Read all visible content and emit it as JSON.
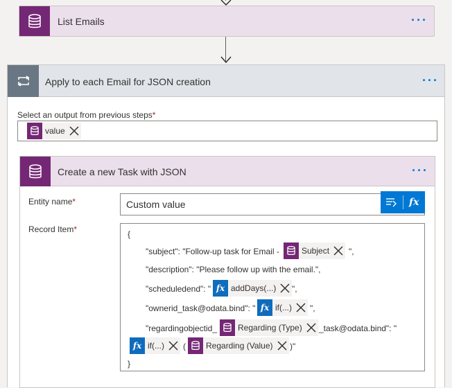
{
  "list_emails": {
    "title": "List Emails",
    "menu": "···"
  },
  "apply": {
    "title": "Apply to each Email for JSON creation",
    "menu": "···",
    "output_label": "Select an output from previous steps",
    "required_mark": "*",
    "output_token": "value"
  },
  "task": {
    "title": "Create a new Task with JSON",
    "menu": "···",
    "entity_label": "Entity name",
    "entity_value": "Custom value",
    "record_label": "Record Item",
    "required_mark": "*",
    "fx_label": "fx",
    "record": {
      "open_brace": "{",
      "subject_prefix": "\"subject\": \"Follow-up task for Email - ",
      "subject_token": "Subject",
      "subject_suffix": "\",",
      "description_line": "\"description\": \"Please follow up with the email.\",",
      "scheduledend_prefix": "\"scheduledend\": \"",
      "scheduledend_token": "addDays(...)",
      "scheduledend_suffix": "\",",
      "owner_prefix": "\"ownerid_task@odata.bind\": \"",
      "owner_token": "if(...)",
      "owner_suffix": "\",",
      "regarding_prefix": "\"regardingobjectid_",
      "regarding_type_token": "Regarding (Type)",
      "regarding_suffix": "_task@odata.bind\": \"",
      "if_token": "if(...)",
      "paren_open": "(",
      "regarding_value_token": "Regarding (Value)",
      "paren_close": ")\"",
      "close_brace": "}"
    }
  },
  "colors": {
    "purple": "#742774",
    "purple_light": "#ecdfec",
    "blue": "#0078d4",
    "slate": "#697784"
  },
  "icons": {
    "database": "database-icon",
    "loop": "loop-icon",
    "close": "close-icon",
    "fx": "fx-icon",
    "dynamic": "dynamic-content-icon"
  }
}
